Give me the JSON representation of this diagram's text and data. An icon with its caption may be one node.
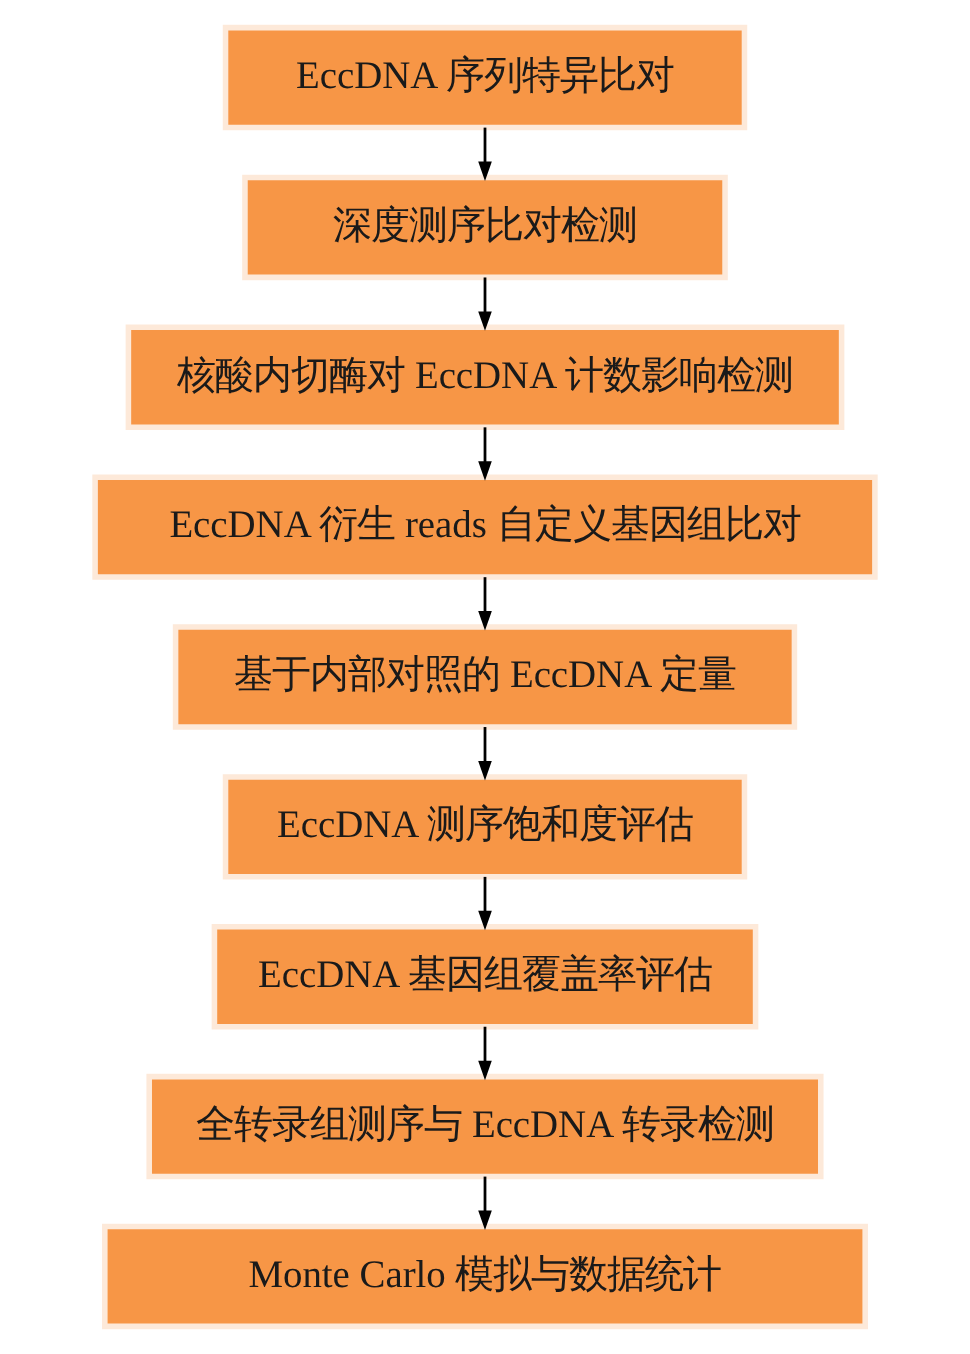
{
  "diagram": {
    "nodes": [
      {
        "text": [
          "EccDNA 序列特异比对"
        ]
      },
      {
        "text": [
          "深度测序比对检测"
        ]
      },
      {
        "text": [
          "核酸内切酶对 EccDNA 计数影响检测"
        ]
      },
      {
        "text": [
          "EccDNA 衍生 reads 自定义基因组比对"
        ]
      },
      {
        "text": [
          "基于内部对照的 EccDNA 定量"
        ]
      },
      {
        "text": [
          "EccDNA 测序饱和度评估"
        ]
      },
      {
        "text": [
          "EccDNA 基因组覆盖率评估"
        ]
      },
      {
        "text": [
          "全转录组测序与 EccDNA 转录检测"
        ]
      },
      {
        "text": [
          "Monte Carlo 模拟与数据统计"
        ]
      }
    ],
    "edges": [
      {
        "from": 0,
        "to": 1,
        "arrow": "to"
      },
      {
        "from": 1,
        "to": 2,
        "arrow": "to"
      },
      {
        "from": 2,
        "to": 3,
        "arrow": "to"
      },
      {
        "from": 3,
        "to": 4,
        "arrow": "to"
      },
      {
        "from": 4,
        "to": 5,
        "arrow": "to"
      },
      {
        "from": 5,
        "to": 6,
        "arrow": "to"
      },
      {
        "from": 6,
        "to": 7,
        "arrow": "to"
      },
      {
        "from": 7,
        "to": 8,
        "arrow": "to"
      }
    ]
  }
}
